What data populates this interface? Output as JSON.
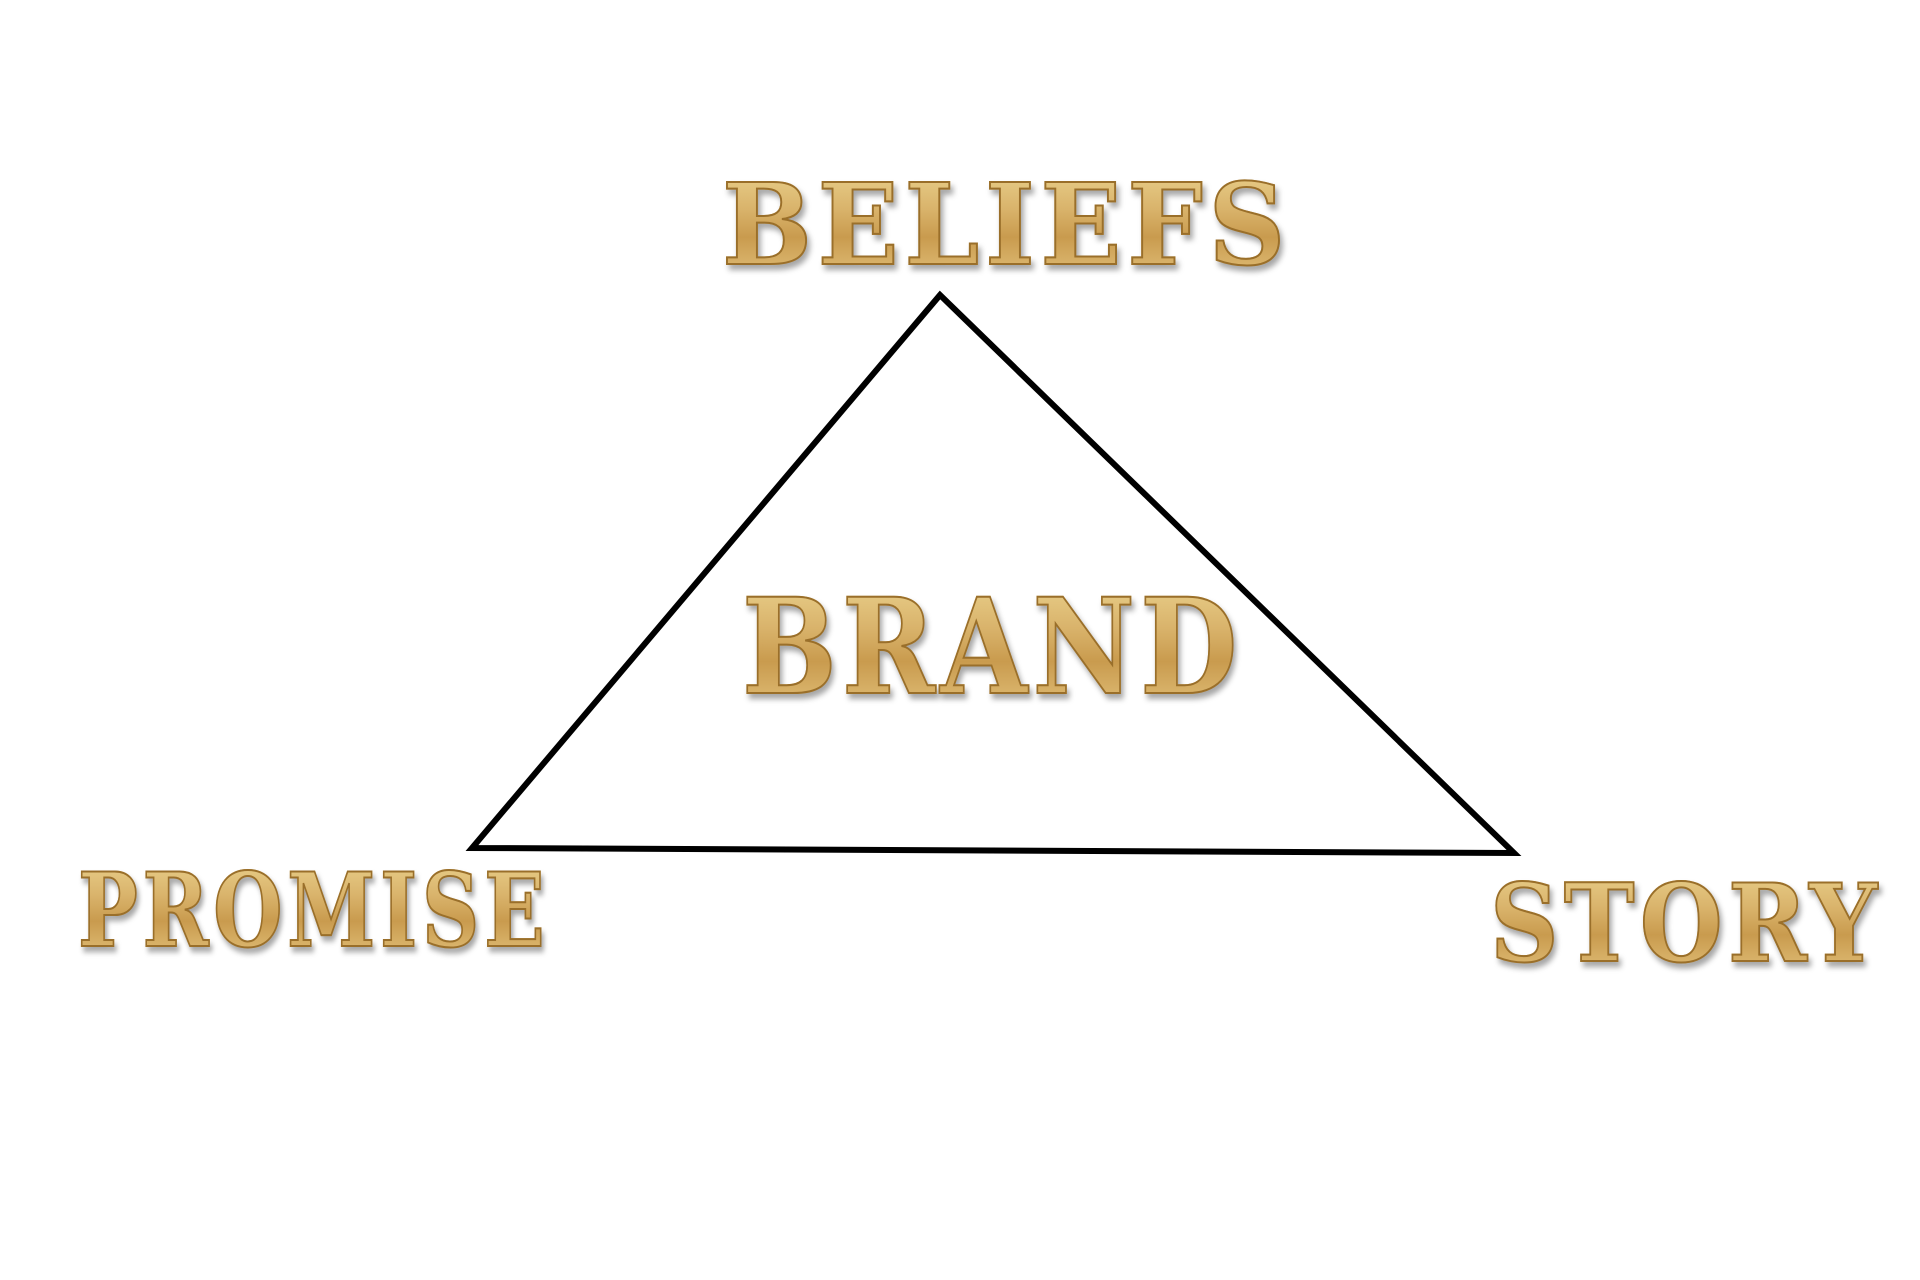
{
  "diagram": {
    "top_label": "BELIEFS",
    "center_label": "BRAND",
    "left_label": "PROMISE",
    "right_label": "STORY"
  },
  "colors": {
    "background": "#ffffff",
    "triangle_stroke": "#000000",
    "wood_light": "#e9cf8a",
    "wood_dark": "#c99b4e",
    "wood_edge": "#9a6f2a"
  }
}
